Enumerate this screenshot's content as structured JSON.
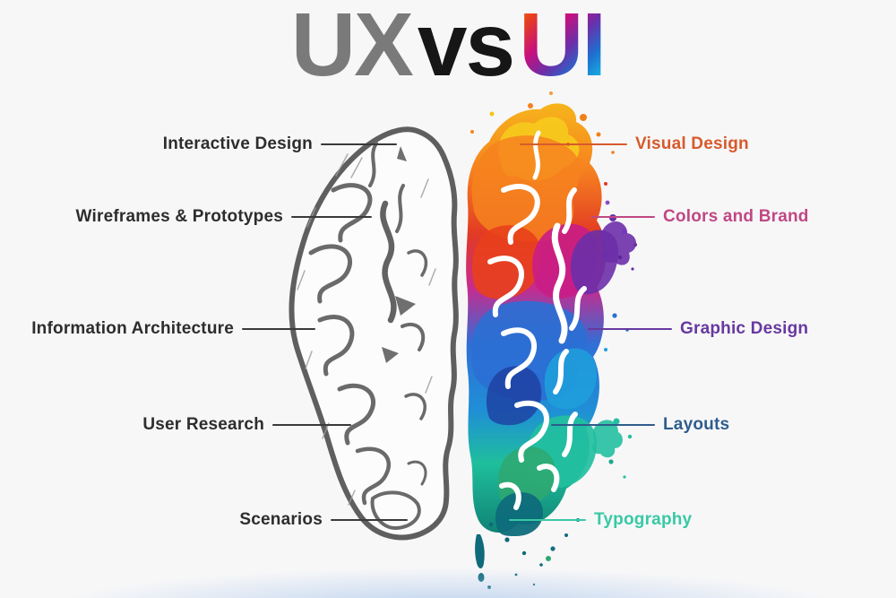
{
  "background_color": "#f7f7f8",
  "title": {
    "ux": "UX",
    "vs": "vs",
    "ui": "UI",
    "ux_color": "#7a7a7a",
    "vs_color": "#161616",
    "ui_gradient": [
      "#f6821f",
      "#e8401c",
      "#c7107e",
      "#6b2fa8",
      "#1e6fd0",
      "#19a8dc",
      "#1fbf9c"
    ]
  },
  "illustration": {
    "description": "brain, left half pencil sketch (UX), right half colorful paint splash (UI)",
    "sketch_color": "#6a6a6a",
    "splash_colors": [
      "#f5c518",
      "#f6821f",
      "#e8401c",
      "#c7107e",
      "#6b2fa8",
      "#2b6fd4",
      "#1fa0dc",
      "#22bfa0",
      "#2fa870",
      "#0e6b7a"
    ]
  },
  "ux_side": {
    "text_color": "#2d2d2d",
    "line_color": "#3a3a3a",
    "labels": [
      {
        "text": "Interactive Design"
      },
      {
        "text": "Wireframes & Prototypes"
      },
      {
        "text": "Information Architecture"
      },
      {
        "text": "User Research"
      },
      {
        "text": "Scenarios"
      }
    ]
  },
  "ui_side": {
    "labels": [
      {
        "text": "Visual Design",
        "color": "#d75a2b"
      },
      {
        "text": "Colors and Brand",
        "color": "#c04883"
      },
      {
        "text": "Graphic Design",
        "color": "#67399f"
      },
      {
        "text": "Layouts",
        "color": "#2e5d8c"
      },
      {
        "text": "Typography",
        "color": "#38c9a5"
      }
    ]
  }
}
